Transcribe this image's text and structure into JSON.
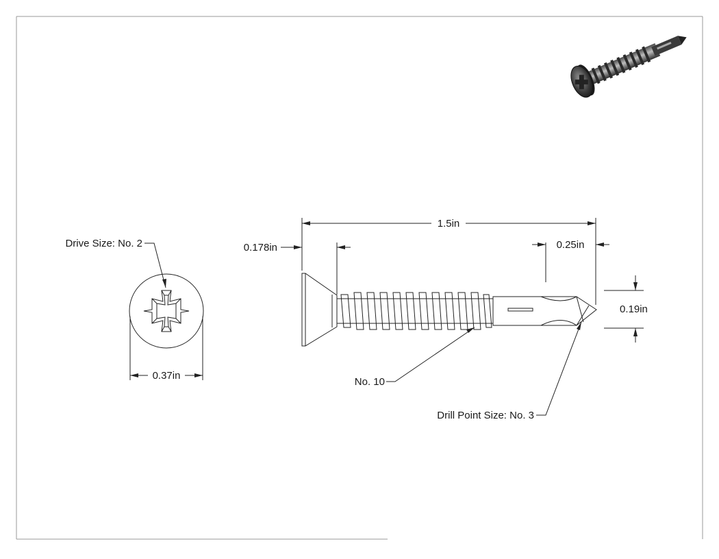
{
  "drawing": {
    "dimensions": {
      "overall_length": "1.5in",
      "head_height": "0.178in",
      "drill_point_length": "0.25in",
      "point_diameter": "0.19in",
      "head_diameter": "0.37in"
    },
    "callouts": {
      "drive_size": "Drive Size: No. 2",
      "thread_size": "No. 10",
      "drill_point_size": "Drill Point Size: No. 3"
    }
  }
}
